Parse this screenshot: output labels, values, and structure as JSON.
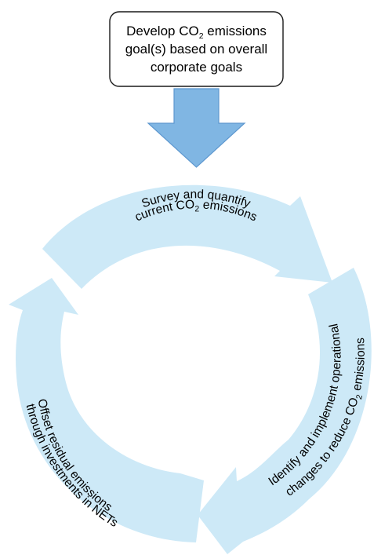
{
  "colors": {
    "arrow_fill": "#cde9f7",
    "goal_arrow_fill": "#80b6e3",
    "goal_arrow_stroke": "#5d97cf",
    "box_stroke": "#1a1a1a",
    "text": "#000000"
  },
  "goal_box": {
    "line1_pre": "Develop CO",
    "line1_sub": "2",
    "line1_post": " emissions",
    "line2": "goal(s) based on overall",
    "line3": "corporate goals"
  },
  "cycle": {
    "survey": {
      "line1": "Survey and quantify",
      "line2_pre": "current CO",
      "line2_sub": "2",
      "line2_post": " emissions"
    },
    "identify": {
      "line1": "Identify and implement operational",
      "line2_pre": "changes to reduce CO",
      "line2_sub": "2",
      "line2_post": " emissions"
    },
    "offset": {
      "line1": "Offset residual emissions",
      "line2": "through investments in NETs"
    }
  }
}
